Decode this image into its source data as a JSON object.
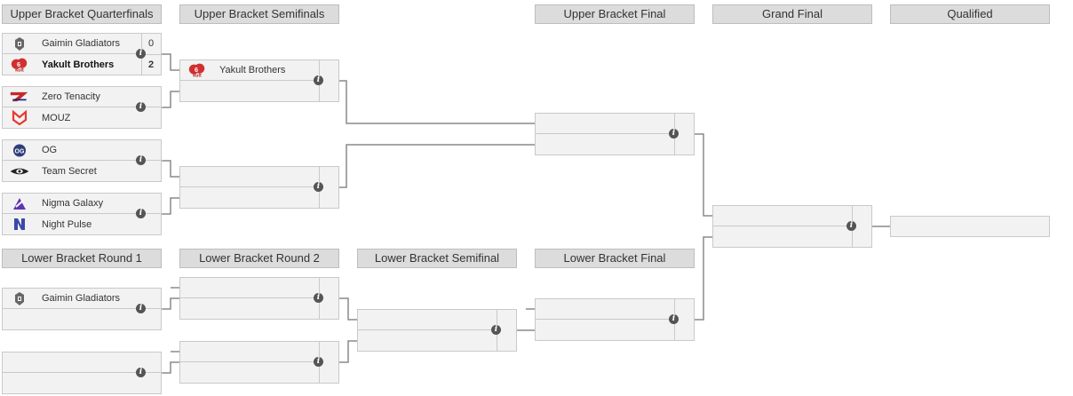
{
  "headers": {
    "ub_qf": "Upper Bracket Quarterfinals",
    "ub_sf": "Upper Bracket Semifinals",
    "ub_final": "Upper Bracket Final",
    "grand_final": "Grand Final",
    "qualified": "Qualified",
    "lb_r1": "Lower Bracket Round 1",
    "lb_r2": "Lower Bracket Round 2",
    "lb_sf": "Lower Bracket Semifinal",
    "lb_final": "Lower Bracket Final"
  },
  "ub_qf": [
    {
      "team1": "Gaimin Gladiators",
      "team2": "Yakult Brothers",
      "score1": "0",
      "score2": "2",
      "logo1": "gaimin-gladiators-logo",
      "logo2": "yakult-brothers-logo"
    },
    {
      "team1": "Zero Tenacity",
      "team2": "MOUZ",
      "logo1": "zero-tenacity-logo",
      "logo2": "mouz-logo"
    },
    {
      "team1": "OG",
      "team2": "Team Secret",
      "logo1": "og-logo",
      "logo2": "team-secret-logo"
    },
    {
      "team1": "Nigma Galaxy",
      "team2": "Night Pulse",
      "logo1": "nigma-galaxy-logo",
      "logo2": "night-pulse-logo"
    }
  ],
  "ub_sf": [
    {
      "team1": "Yakult Brothers",
      "team2": "",
      "logo1": "yakult-brothers-logo"
    },
    {
      "team1": "",
      "team2": ""
    }
  ],
  "lb_r1": [
    {
      "team1": "Gaimin Gladiators",
      "team2": "",
      "logo1": "gaimin-gladiators-logo"
    },
    {
      "team1": "",
      "team2": ""
    }
  ],
  "info_glyph": "i"
}
